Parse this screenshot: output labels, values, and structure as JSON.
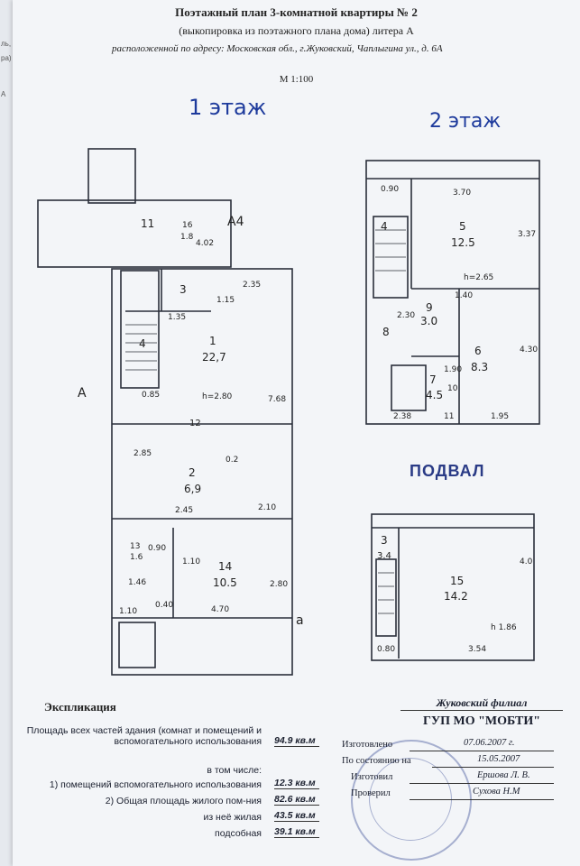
{
  "header": {
    "title": "Поэтажный план 3-комнатной квартиры № 2",
    "subtitle": "(выкопировка из поэтажного плана дома) литера А",
    "address": "расположенной по адресу: Московская обл., г.Жуковский, Чаплыгина ул., д. 6А",
    "scale": "М 1:100"
  },
  "left_strip": [
    "ль,",
    "ра)",
    "А"
  ],
  "floors": {
    "first": "1 этаж",
    "second": "2 этаж",
    "basement": "ПОДВАЛ"
  },
  "rooms_floor1": [
    {
      "num": "1",
      "area": "22,7"
    },
    {
      "num": "2",
      "area": "6,9"
    },
    {
      "num": "3",
      "area": ""
    },
    {
      "num": "4",
      "area": ""
    },
    {
      "num": "11",
      "area": ""
    },
    {
      "num": "16",
      "area": "1.8"
    },
    {
      "num": "13",
      "area": "1.6"
    },
    {
      "num": "14",
      "area": "10.5"
    },
    {
      "num": "12",
      "area": ""
    }
  ],
  "dims_floor1": [
    "2.35",
    "1.35",
    "1.15",
    "0.85",
    "h=2.80",
    "7.68",
    "2.85",
    "0.2",
    "2.45",
    "2.10",
    "1.46",
    "1.10",
    "4.70",
    "2.80",
    "0.90",
    "0.40",
    "1.10",
    "4.02"
  ],
  "labels_floor1": {
    "a_left": "А",
    "a4": "А4",
    "a_small": "а"
  },
  "rooms_floor2": [
    {
      "num": "5",
      "area": "12.5"
    },
    {
      "num": "9",
      "area": "3.0"
    },
    {
      "num": "6",
      "area": "8.3"
    },
    {
      "num": "7",
      "area": "4.5"
    },
    {
      "num": "4",
      "area": ""
    },
    {
      "num": "8",
      "area": ""
    },
    {
      "num": "10",
      "area": ""
    },
    {
      "num": "11",
      "area": ""
    }
  ],
  "dims_floor2": [
    "0.90",
    "3.70",
    "3.37",
    "h=2.65",
    "1.40",
    "2.30",
    "4.30",
    "1.90",
    "2.38",
    "1.95"
  ],
  "rooms_basement": [
    {
      "num": "3",
      "area": "3.4"
    },
    {
      "num": "15",
      "area": "14.2"
    }
  ],
  "dims_basement": [
    "4.0",
    "h 1.86",
    "0.80",
    "3.54"
  ],
  "explication": {
    "title": "Экспликация",
    "rows": [
      {
        "label": "Площадь всех частей здания (комнат и помещений и вспомогательного использования",
        "value": "94.9 кв.м"
      },
      {
        "label": "в том числе:",
        "value": ""
      },
      {
        "label": "1) помещений вспомогательного использования",
        "value": "12.3 кв.м"
      },
      {
        "label": "2) Общая площадь жилого пом-ния",
        "value": "82.6 кв.м"
      },
      {
        "label": "из неё жилая",
        "value": "43.5 кв.м"
      },
      {
        "label": "подсобная",
        "value": "39.1 кв.м"
      }
    ]
  },
  "branch": {
    "line1": "Жуковский филиал",
    "line2": "ГУП МО \"МОБТИ\""
  },
  "signoff": {
    "made_label": "Изготовлено",
    "made_value": "07.06.2007 г.",
    "state_label": "По состоянию на",
    "state_value": "15.05.2007",
    "maker_label": "Изготовил",
    "maker_value": "Ершова Л. В.",
    "checker_label": "Проверил",
    "checker_value": "Сухова Н.М"
  },
  "colors": {
    "ink": "#1d3a9c",
    "paper": "#f3f5f8",
    "line": "#333333"
  }
}
